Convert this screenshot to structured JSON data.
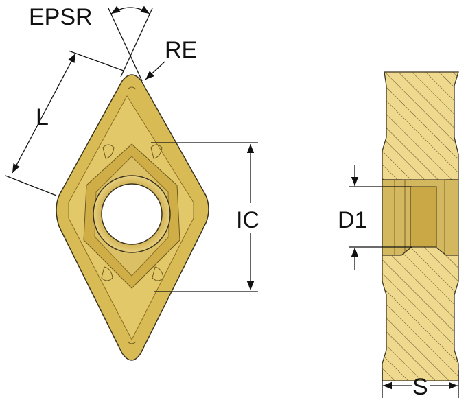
{
  "labels": {
    "epsr": "EPSR",
    "re": "RE",
    "l": "L",
    "ic": "IC",
    "d1": "D1",
    "s": "S"
  },
  "colors": {
    "insert_gold": "#d9bb55",
    "insert_dark": "#a8862a",
    "section_fill": "#efd98f",
    "outline": "#3a3320",
    "hole": "#ffffff"
  }
}
